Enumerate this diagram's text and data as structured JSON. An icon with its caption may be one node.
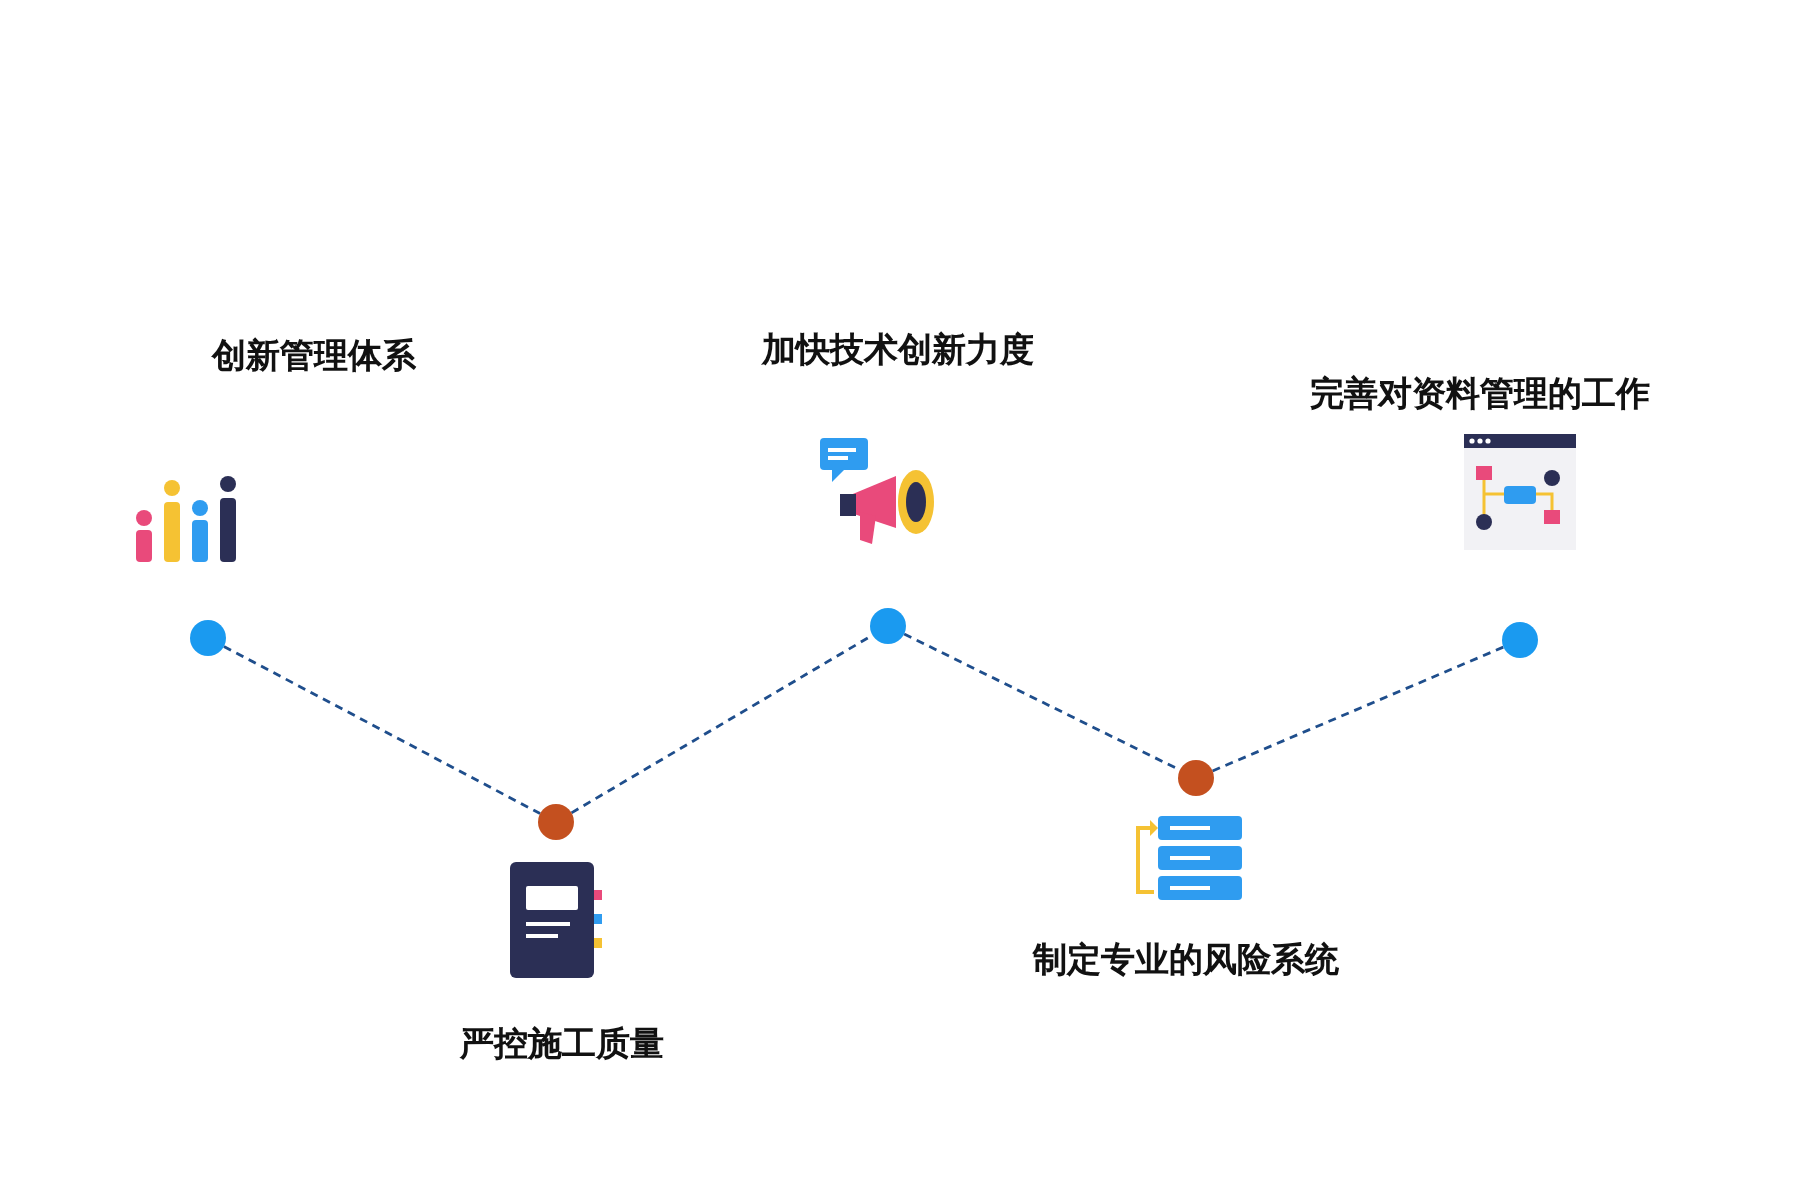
{
  "diagram": {
    "nodes": [
      {
        "text": [],
        "shape": "circle"
      },
      {
        "text": [],
        "shape": "circle"
      },
      {
        "text": [],
        "shape": "circle"
      },
      {
        "text": [],
        "shape": "circle"
      },
      {
        "text": [],
        "shape": "circle"
      }
    ],
    "edges": [
      {
        "from": 0,
        "to": 1,
        "arrow": "none",
        "style": "dashed"
      },
      {
        "from": 1,
        "to": 2,
        "arrow": "none",
        "style": "dashed"
      },
      {
        "from": 2,
        "to": 3,
        "arrow": "none",
        "style": "dashed"
      },
      {
        "from": 3,
        "to": 4,
        "arrow": "none",
        "style": "dashed"
      }
    ],
    "labels": [
      "创新管理体系",
      "加快技术创新力度",
      "完善对资料管理的工作",
      "制定专业的风险系统",
      "严控施工质量"
    ]
  }
}
